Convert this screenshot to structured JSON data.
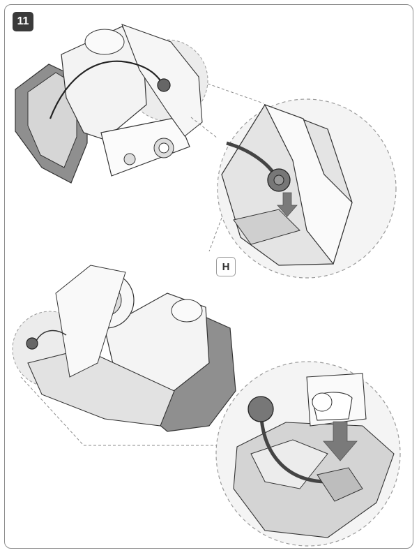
{
  "step": {
    "number": "11"
  },
  "callout": {
    "letter": "H"
  },
  "colors": {
    "frame": "#8c8c8c",
    "badge": "#3a3a3a",
    "dark_gray": "#8a8a8a",
    "light_gray": "#d8d8d8",
    "zoom_fill": "#e9e9e9",
    "arrow": "#7a7a7a"
  },
  "icons": [
    "motor-assembly-illustration",
    "zoom-circle",
    "down-arrow-icon",
    "cable-plug"
  ]
}
